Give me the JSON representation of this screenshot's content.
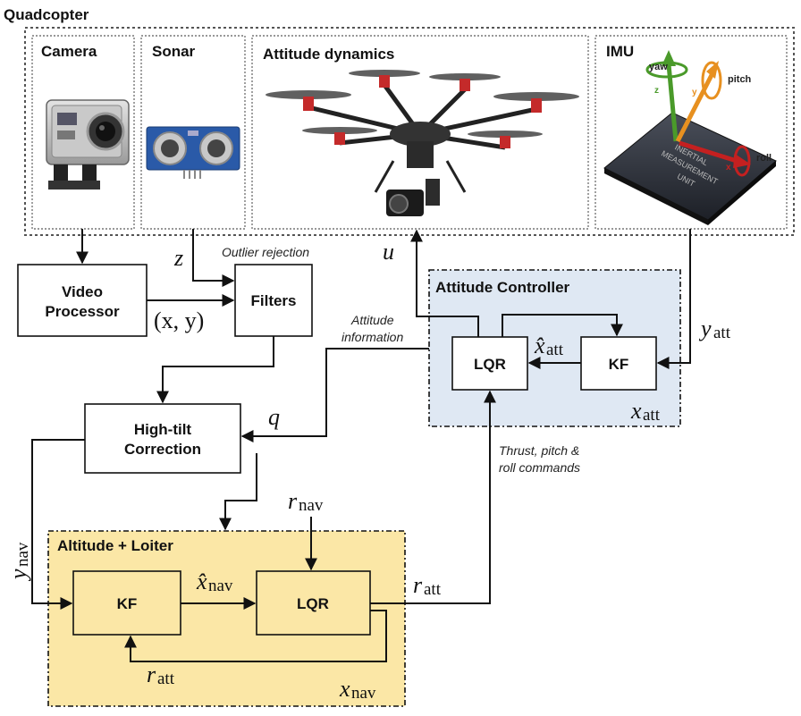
{
  "quadcopter": {
    "title": "Quadcopter",
    "camera_label": "Camera",
    "sonar_label": "Sonar",
    "attitude_dynamics_label": "Attitude dynamics",
    "imu_label": "IMU",
    "imu_axes": {
      "yaw": "yaw",
      "pitch": "pitch",
      "roll": "roll",
      "z": "z",
      "y": "y",
      "x": "x"
    },
    "imu_chip_text": [
      "INERTIAL",
      "MEASUREMENT",
      "UNIT"
    ]
  },
  "blocks": {
    "video_processor": [
      "Video",
      "Processor"
    ],
    "filters": "Filters",
    "high_tilt": [
      "High-tilt",
      "Correction"
    ],
    "att_controller_title": "Attitude Controller",
    "att_lqr": "LQR",
    "att_kf": "KF",
    "alt_title": "Altitude + Loiter",
    "nav_kf": "KF",
    "nav_lqr": "LQR"
  },
  "annotations": {
    "outlier_rejection": "Outlier rejection",
    "attitude_information": [
      "Attitude",
      "information"
    ],
    "commands": [
      "Thrust, pitch &",
      "roll commands"
    ]
  },
  "signals": {
    "z": "z",
    "xy": "(x, y)",
    "u": "u",
    "q": "q",
    "y_att": {
      "base": "y",
      "sub": "att"
    },
    "x_hat_att": {
      "base": "x̂",
      "sub": "att"
    },
    "x_att": {
      "base": "x",
      "sub": "att"
    },
    "y_nav": {
      "base": "y",
      "sub": "nav"
    },
    "r_nav": {
      "base": "r",
      "sub": "nav"
    },
    "x_hat_nav": {
      "base": "x̂",
      "sub": "nav"
    },
    "r_att_out": {
      "base": "r",
      "sub": "att"
    },
    "r_att_fb": {
      "base": "r",
      "sub": "att"
    },
    "x_nav": {
      "base": "x",
      "sub": "nav"
    }
  },
  "colors": {
    "altitude_fill": "#fbe7a6",
    "attitude_fill": "#dfe8f3"
  }
}
